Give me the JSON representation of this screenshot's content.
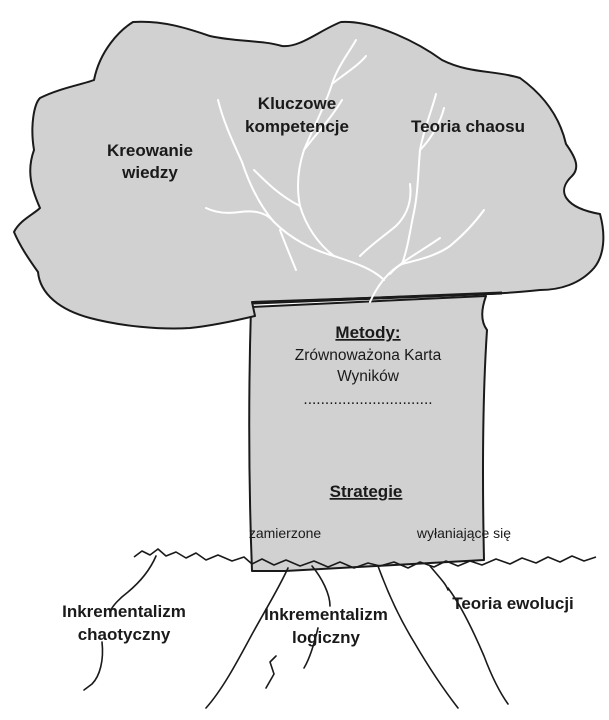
{
  "crown": {
    "kreowanie": [
      "Kreowanie",
      "wiedzy"
    ],
    "kluczowe": [
      "Kluczowe",
      "kompetencje"
    ],
    "teoria_chaosu": "Teoria chaosu"
  },
  "trunk": {
    "metody_heading": "Metody:",
    "metody_lines": [
      "Zrównoważona Karta",
      "Wyników"
    ],
    "dots": "..............................",
    "strategie_heading": "Strategie",
    "zamierzone": "zamierzone",
    "wylaniajace": "wyłaniające się"
  },
  "roots": {
    "chaotyczny": [
      "Inkrementalizm",
      "chaotyczny"
    ],
    "logiczny": [
      "Inkrementalizm",
      "logiczny"
    ],
    "ewolucji": "Teoria ewolucji"
  },
  "colors": {
    "fill": "#d1d1d1",
    "stroke": "#1a1a1a",
    "branches": "#ffffff"
  }
}
